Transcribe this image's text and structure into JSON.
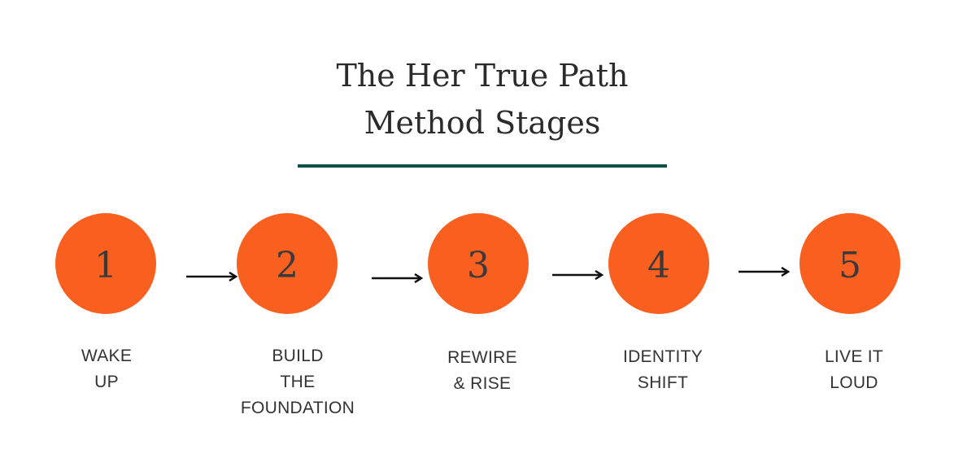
{
  "title": {
    "line1": "The Her True Path",
    "line2": "Method Stages"
  },
  "colors": {
    "circle": "#f96020",
    "rule": "#0f5148",
    "text": "#333333"
  },
  "stages": [
    {
      "number": "1",
      "label_lines": [
        "WAKE",
        "UP"
      ]
    },
    {
      "number": "2",
      "label_lines": [
        "BUILD",
        "THE",
        "FOUNDATION"
      ]
    },
    {
      "number": "3",
      "label_lines": [
        "REWIRE",
        "& RISE"
      ]
    },
    {
      "number": "4",
      "label_lines": [
        "IDENTITY",
        "SHIFT"
      ]
    },
    {
      "number": "5",
      "label_lines": [
        "LIVE IT",
        "LOUD"
      ]
    }
  ]
}
